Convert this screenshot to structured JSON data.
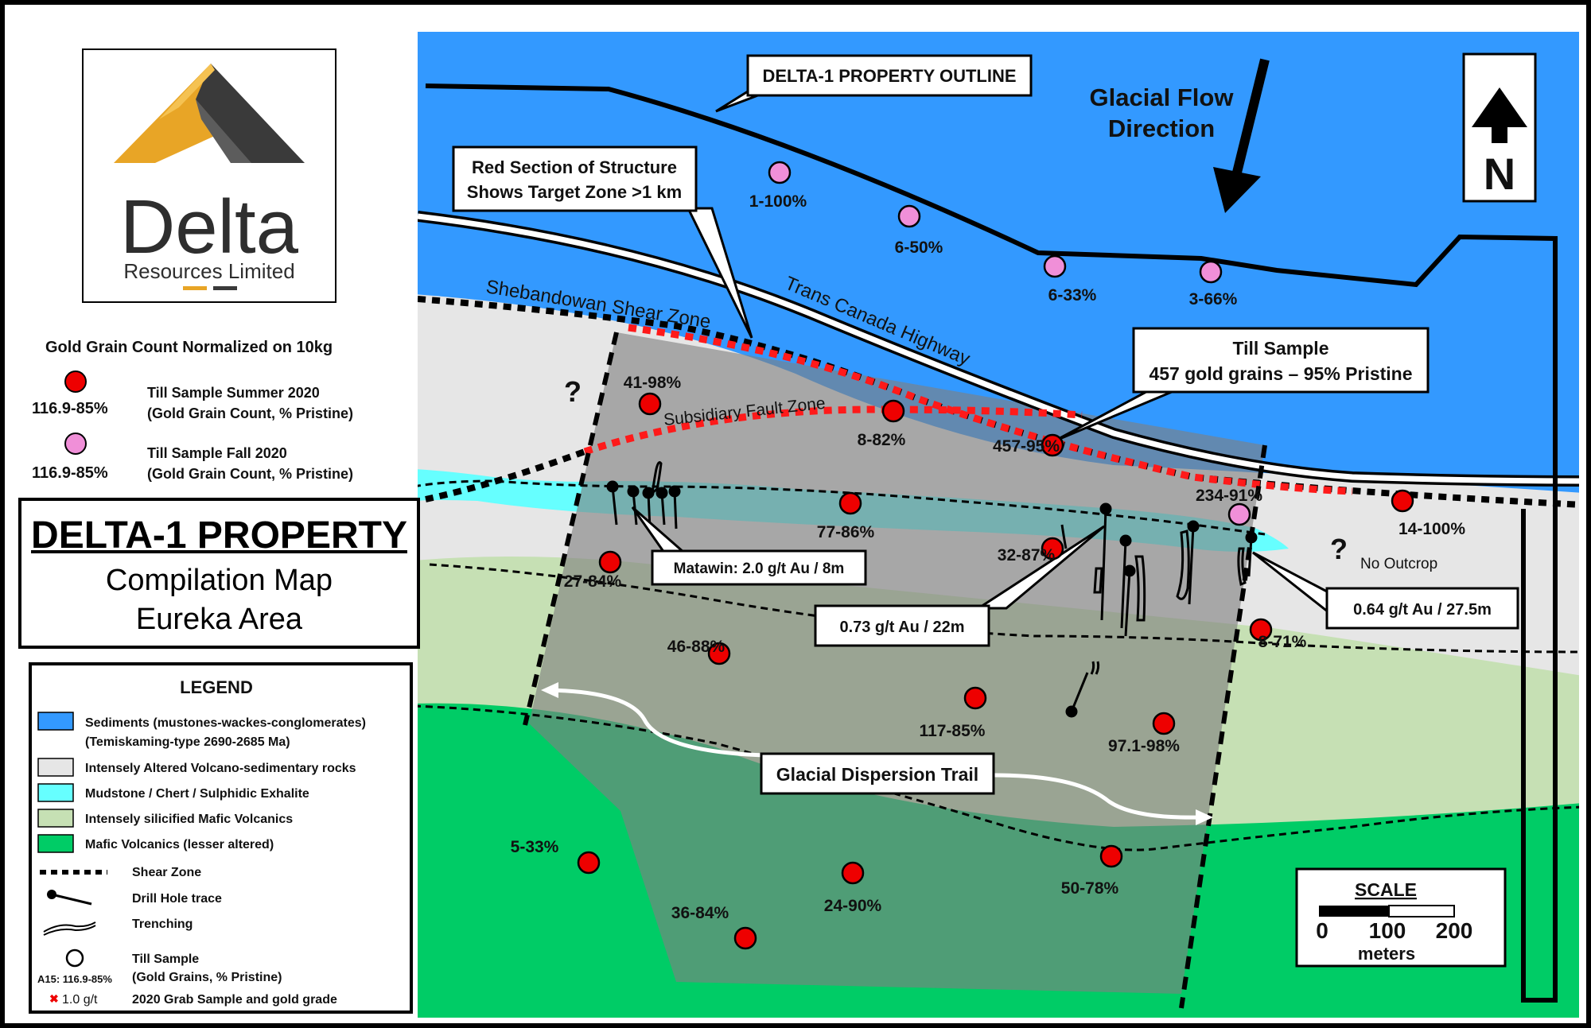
{
  "logo": {
    "company": "Delta",
    "subtitle": "Resources Limited"
  },
  "title": {
    "line1": "DELTA-1 PROPERTY",
    "line2": "Compilation Map",
    "line3": "Eureka Area"
  },
  "gold_legend": {
    "heading": "Gold Grain Count Normalized on 10kg",
    "entries": [
      {
        "value": "116.9-85%",
        "line1": "Till Sample  Summer 2020",
        "line2": "(Gold Grain Count, % Pristine)",
        "color": "#ee0000"
      },
      {
        "value": "116.9-85%",
        "line1": "Till Sample  Fall 2020",
        "line2": "(Gold Grain Count, % Pristine)",
        "color": "#f08fd8"
      }
    ]
  },
  "legend": {
    "heading": "LEGEND",
    "units": [
      {
        "label": "Sediments (mustones-wackes-conglomerates)",
        "label2": "(Temiskaming-type 2690-2685 Ma)",
        "color": "#3399ff"
      },
      {
        "label": "Intensely Altered Volcano-sedimentary rocks",
        "color": "#e6e6e6"
      },
      {
        "label": "Mudstone / Chert / Sulphidic Exhalite",
        "color": "#66ffff"
      },
      {
        "label": "Intensely silicified Mafic Volcanics",
        "color": "#c6e0b4"
      },
      {
        "label": "Mafic Volcanics (lesser altered)",
        "color": "#00cc66"
      }
    ],
    "symbols": [
      {
        "label": "Shear Zone"
      },
      {
        "label": "Drill Hole trace"
      },
      {
        "label": "Trenching"
      },
      {
        "label": "Till Sample",
        "label2": "(Gold Grains, % Pristine)",
        "example": "A15: 116.9-85%"
      },
      {
        "label": "2020 Grab Sample and gold grade",
        "example": "1.0 g/t"
      }
    ]
  },
  "callouts": {
    "property_outline": "DELTA-1 PROPERTY OUTLINE",
    "red_section_1": "Red Section of Structure",
    "red_section_2": "Shows Target Zone >1 km",
    "till_sample_1": "Till Sample",
    "till_sample_2": "457 gold grains – 95% Pristine",
    "matawin": "Matawin: 2.0 g/t Au / 8m",
    "drill_1": "0.73 g/t Au / 22m",
    "drill_2": "0.64 g/t Au / 27.5m",
    "dispersion": "Glacial Dispersion Trail"
  },
  "map_labels": {
    "glacial_flow_1": "Glacial Flow",
    "glacial_flow_2": "Direction",
    "north": "N",
    "shear_zone": "Shebandowan Shear Zone",
    "highway": "Trans Canada Highway",
    "fault_zone": "Subsidiary Fault Zone",
    "unknown": "?",
    "no_outcrop": "No Outcrop"
  },
  "samples_fall": [
    "1-100%",
    "6-50%",
    "6-33%",
    "3-66%",
    "234-91%"
  ],
  "samples_summer": [
    "41-98%",
    "8-82%",
    "457-95%",
    "77-86%",
    "27-84%",
    "32-87%",
    "14-100%",
    "46-88%",
    "8-71%",
    "117-85%",
    "97.1-98%",
    "5-33%",
    "24-90%",
    "36-84%",
    "50-78%"
  ],
  "scale": {
    "title": "SCALE",
    "ticks": [
      "0",
      "100",
      "200"
    ],
    "unit": "meters"
  },
  "colors": {
    "sediments": "#3399ff",
    "altered": "#e6e6e6",
    "mudstone": "#66ffff",
    "silicified": "#c6e0b4",
    "mafic": "#00cc66",
    "target": "#888888",
    "summer_sample": "#ee0000",
    "fall_sample": "#f08fd8",
    "logo_gold": "#e8a526",
    "logo_dark": "#3a3a3a"
  }
}
